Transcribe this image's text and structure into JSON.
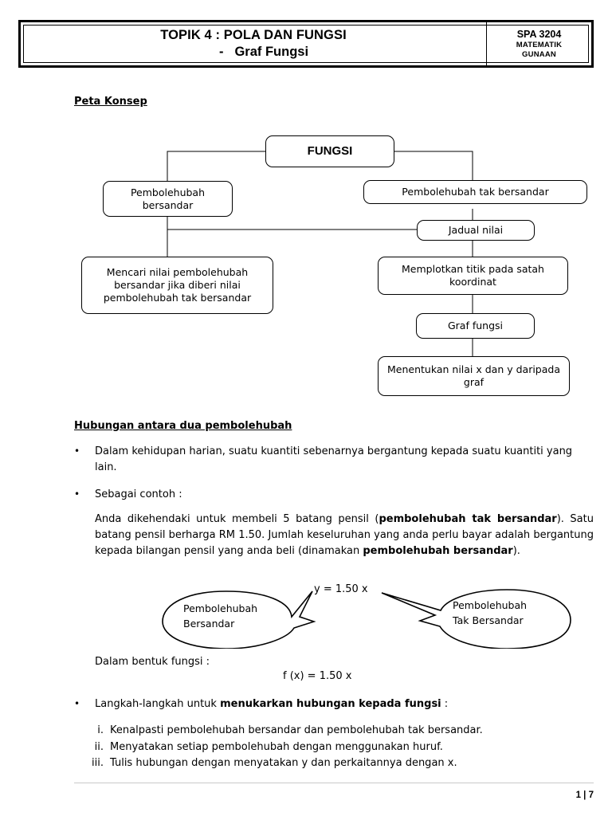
{
  "header": {
    "title_line1": "TOPIK 4 : POLA DAN FUNGSI",
    "dash": "-",
    "title_line2": "Graf Fungsi",
    "code": "SPA 3204",
    "subject_line1": "MATEMATIK",
    "subject_line2": "GUNAAN"
  },
  "sections": {
    "peta_konsep_heading": "Peta Konsep",
    "hubungan_heading": "Hubungan antara dua pembolehubah"
  },
  "concept_map": {
    "root": "FUNGSI",
    "left_branch": "Pembolehubah\nbersandar",
    "right_branch": "Pembolehubah tak bersandar",
    "jadual_nilai": "Jadual nilai",
    "mencari_nilai": "Mencari nilai pembolehubah bersandar jika diberi nilai pembolehubah tak bersandar",
    "memplotkan": "Memplotkan titik pada satah koordinat",
    "graf_fungsi": "Graf fungsi",
    "menentukan": "Menentukan nilai x dan y daripada graf"
  },
  "body": {
    "bullet1": "Dalam kehidupan harian, suatu kuantiti sebenarnya bergantung kepada suatu kuantiti yang lain.",
    "bullet2": "Sebagai contoh :",
    "example_part1": "Anda dikehendaki untuk membeli 5 batang pensil (",
    "example_bold1": "pembolehubah tak bersandar",
    "example_part2": "). Satu batang pensil  berharga RM 1.50. Jumlah keseluruhan yang anda perlu bayar adalah bergantung kepada bilangan pensil yang anda beli (dinamakan ",
    "example_bold2": "pembolehubah bersandar",
    "example_part3": ").",
    "dalam_bentuk_fungsi": "Dalam bentuk fungsi :",
    "function_formula": "f (x) = 1.50 x",
    "bullet3_part1": "Langkah-langkah untuk ",
    "bullet3_bold": "menukarkan hubungan kepada fungsi",
    "bullet3_part2": " :"
  },
  "callout_figure": {
    "equation": "y = 1.50 x",
    "left_label_line1": "Pembolehubah",
    "left_label_line2": "Bersandar",
    "right_label_line1": "Pembolehubah",
    "right_label_line2": "Tak Bersandar"
  },
  "steps": [
    {
      "num": "i.",
      "text": "Kenalpasti pembolehubah bersandar dan pembolehubah tak bersandar."
    },
    {
      "num": "ii.",
      "text": "Menyatakan setiap pembolehubah dengan menggunakan huruf."
    },
    {
      "num": "iii.",
      "text": "Tulis hubungan dengan menyatakan y dan perkaitannya dengan x."
    }
  ],
  "footer": {
    "page": "1 | 7"
  }
}
